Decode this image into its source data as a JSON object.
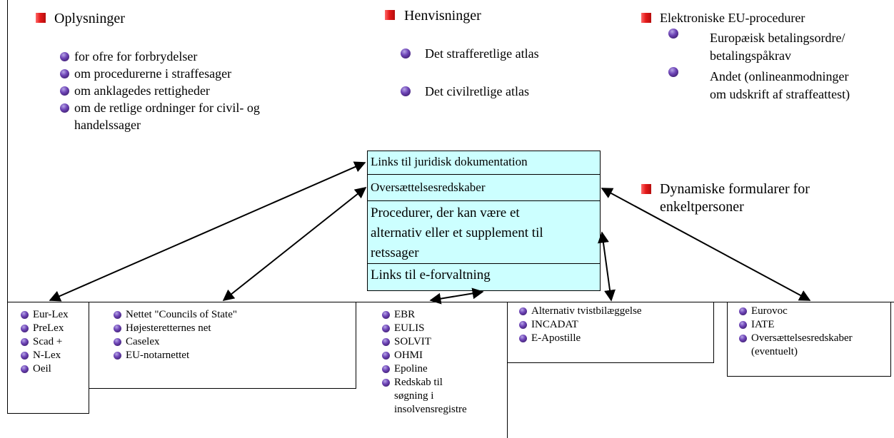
{
  "oplysninger": {
    "heading": "Oplysninger",
    "items": [
      "for ofre for forbrydelser",
      "om procedurerne i straffesager",
      "om anklagedes rettigheder",
      "om de retlige ordninger for civil- og",
      "handelssager"
    ]
  },
  "henvisninger": {
    "heading": "Henvisninger",
    "items": [
      "Det strafferetlige atlas",
      "Det civilretlige atlas"
    ]
  },
  "elektroniske": {
    "heading": "Elektroniske EU-procedurer",
    "item1_line1": "Europæisk betalingsordre/",
    "item1_line2": "betalingspåkrav",
    "item2_line1": "Andet (onlineanmodninger",
    "item2_line2": "om udskrift af straffeattest)"
  },
  "dynamiske": {
    "line1": "Dynamiske formularer for",
    "line2": "enkeltpersoner"
  },
  "center_box": {
    "row1": "Links til juridisk dokumentation",
    "row2": "Oversættelsesredskaber",
    "row3_line1": "Procedurer, der kan være et",
    "row3_line2": "alternativ eller et supplement til",
    "row3_line3": "retssager",
    "row4": "Links til  e-forvaltning"
  },
  "box1": {
    "items": [
      "Eur-Lex",
      "PreLex",
      "Scad +",
      "N-Lex",
      "Oeil"
    ]
  },
  "box2": {
    "items": [
      "Nettet \"Councils of State\"",
      "Højesteretternes net",
      "Caselex",
      "EU-notarnettet"
    ]
  },
  "box3": {
    "items": [
      "EBR",
      "EULIS",
      "SOLVIT",
      "OHMI",
      "Epoline",
      "Redskab til"
    ],
    "cont": [
      "søgning i",
      "insolvensregistre"
    ]
  },
  "box4": {
    "items": [
      "Alternativ tvistbilæggelse",
      "INCADAT",
      "E-Apostille"
    ]
  },
  "box5": {
    "items": [
      "Eurovoc",
      "IATE",
      "Oversættelsesredskaber"
    ],
    "cont": [
      "(eventuelt)"
    ]
  }
}
